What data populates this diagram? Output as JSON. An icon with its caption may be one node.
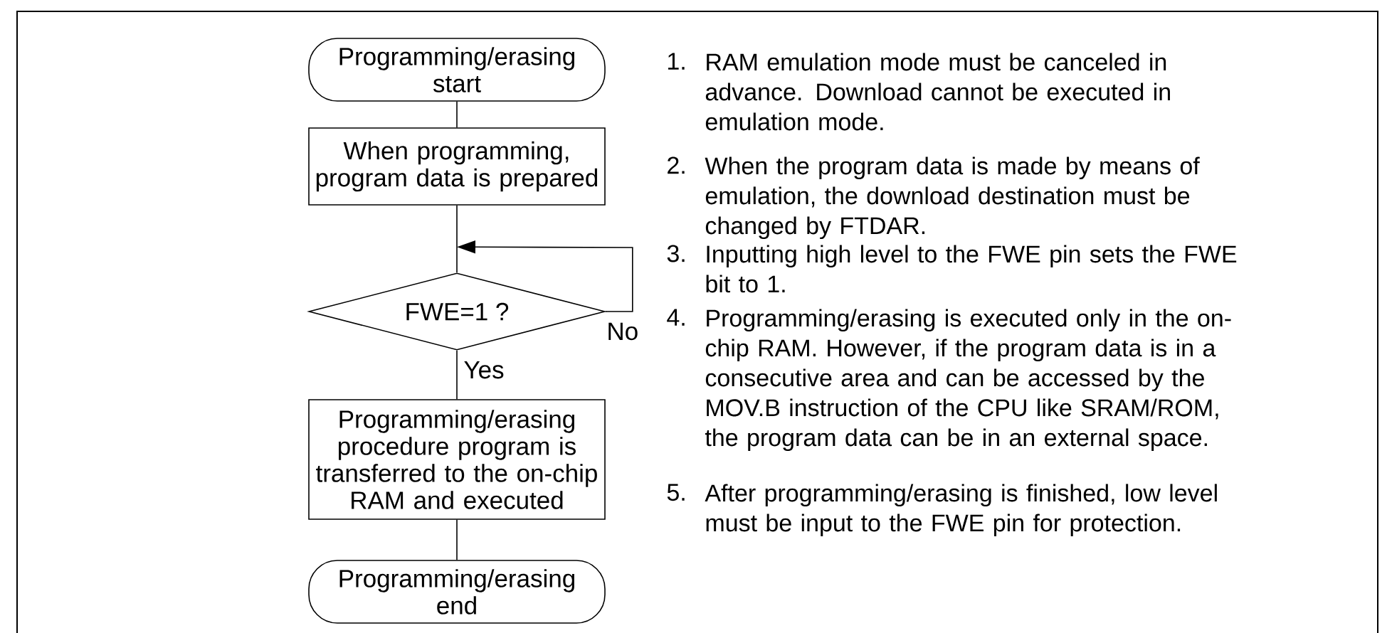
{
  "diagram": {
    "nodes": [
      {
        "text": [
          "Programming/erasing start"
        ]
      },
      {
        "text": [
          "When programming, program data is prepared"
        ]
      },
      {
        "text": [
          "FWE=1 ?"
        ]
      },
      {
        "text": [
          "Programming/erasing procedure program is transferred to the on-chip RAM and executed"
        ]
      },
      {
        "text": [
          "Programming/erasing end"
        ]
      }
    ],
    "edges": [
      {
        "from": 0,
        "to": 1,
        "arrow": "none"
      },
      {
        "from": 1,
        "to": 2,
        "arrow": "none"
      },
      {
        "from": 2,
        "to": 2,
        "arrow": "to",
        "label": "No"
      },
      {
        "from": 2,
        "to": 3,
        "arrow": "none",
        "label": "Yes"
      },
      {
        "from": 3,
        "to": 4,
        "arrow": "none"
      }
    ],
    "labels": [
      "1.",
      "RAM emulation mode must be canceled in advance. Download cannot be executed in emulation mode.",
      "2.",
      "When the program data is made by means of emulation, the download destination must be changed by FTDAR.",
      "3.",
      "Inputting high level to the FWE pin sets the FWE bit to 1.",
      "4.",
      "Programming/erasing is executed only in the on-chip RAM. However, if the program data is in a consecutive area and can be accessed by the MOV.B instruction of the CPU like SRAM/ROM, the program data can be in an external space.",
      "5.",
      "After programming/erasing is finished, low level must be input to the FWE pin for protection."
    ]
  }
}
